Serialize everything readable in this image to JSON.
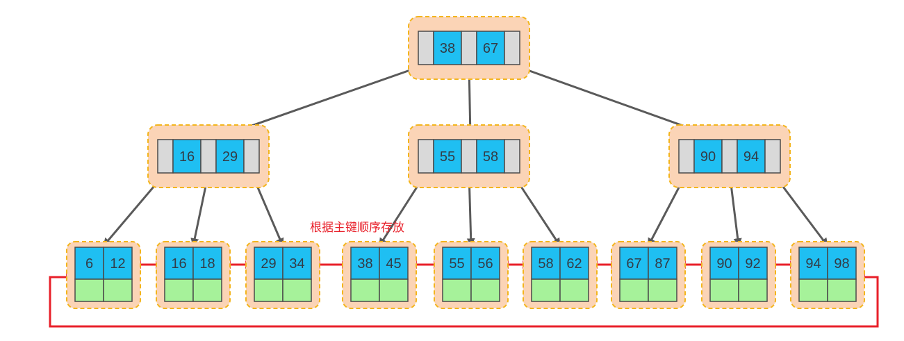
{
  "annotation": "根据主键顺序存放",
  "colors": {
    "node_wrapper_fill": "#fbd4b6",
    "node_wrapper_border": "#f3b51d",
    "pointer_cell": "#d9d9d9",
    "key_cell": "#1fbff2",
    "data_cell": "#a6f29a",
    "edge": "#5a5a5a",
    "leaf_link": "#e8202a"
  },
  "root": {
    "keys": [
      "38",
      "67"
    ]
  },
  "internal_nodes": [
    {
      "keys": [
        "16",
        "29"
      ]
    },
    {
      "keys": [
        "55",
        "58"
      ]
    },
    {
      "keys": [
        "90",
        "94"
      ]
    }
  ],
  "leaf_nodes": [
    {
      "keys": [
        "6",
        "12"
      ]
    },
    {
      "keys": [
        "16",
        "18"
      ]
    },
    {
      "keys": [
        "29",
        "34"
      ]
    },
    {
      "keys": [
        "38",
        "45"
      ]
    },
    {
      "keys": [
        "55",
        "56"
      ]
    },
    {
      "keys": [
        "58",
        "62"
      ]
    },
    {
      "keys": [
        "67",
        "87"
      ]
    },
    {
      "keys": [
        "90",
        "92"
      ]
    },
    {
      "keys": [
        "94",
        "98"
      ]
    }
  ]
}
